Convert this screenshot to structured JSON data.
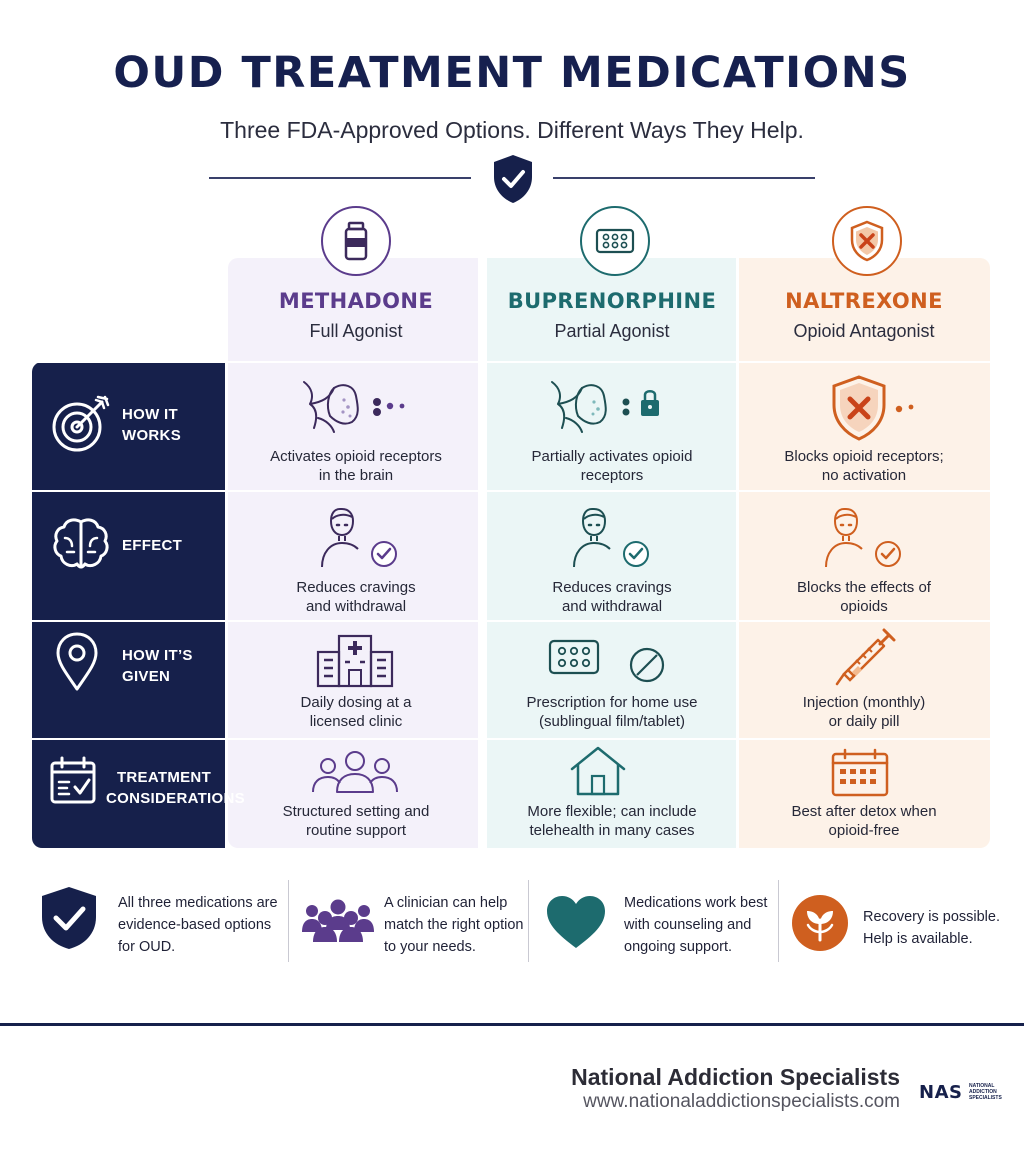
{
  "title": "OUD TREATMENT MEDICATIONS",
  "subtitle": "Three FDA-Approved Options. Different Ways They Help.",
  "colors": {
    "navy": "#16204b",
    "methadone": "#5b3c8c",
    "buprenorphine": "#1d6b6e",
    "naltrexone": "#cf5f1f"
  },
  "medications": [
    {
      "name": "METHADONE",
      "type": "Full Agonist",
      "icon": "medicine-bottle-icon"
    },
    {
      "name": "BUPRENORPHINE",
      "type": "Partial Agonist",
      "icon": "pill-pack-icon"
    },
    {
      "name": "NALTREXONE",
      "type": "Opioid Antagonist",
      "icon": "blocked-shield-icon"
    }
  ],
  "rows": [
    {
      "label_line1": "HOW IT",
      "label_line2": "WORKS",
      "icon": "target-icon",
      "cells": [
        {
          "line1": "Activates opioid receptors",
          "line2": "in the brain"
        },
        {
          "line1": "Partially activates opioid",
          "line2": "receptors"
        },
        {
          "line1": "Blocks opioid receptors;",
          "line2": "no activation"
        }
      ]
    },
    {
      "label_line1": "EFFECT",
      "label_line2": "",
      "icon": "brain-icon",
      "cells": [
        {
          "line1": "Reduces cravings",
          "line2": "and withdrawal"
        },
        {
          "line1": "Reduces cravings",
          "line2": "and withdrawal"
        },
        {
          "line1": "Blocks the effects of",
          "line2": "opioids"
        }
      ]
    },
    {
      "label_line1": "HOW IT’S",
      "label_line2": "GIVEN",
      "icon": "location-pin-icon",
      "cells": [
        {
          "line1": "Daily dosing at a",
          "line2": "licensed clinic"
        },
        {
          "line1": "Prescription for home use",
          "line2": "(sublingual film/tablet)"
        },
        {
          "line1": "Injection (monthly)",
          "line2": "or daily pill"
        }
      ]
    },
    {
      "label_line1": "TREATMENT",
      "label_line2": "CONSIDERATIONS",
      "icon": "calendar-check-icon",
      "cells": [
        {
          "line1": "Structured setting and",
          "line2": "routine support"
        },
        {
          "line1": "More flexible; can include",
          "line2": "telehealth in many cases"
        },
        {
          "line1": "Best after detox when",
          "line2": "opioid-free"
        }
      ]
    }
  ],
  "footer_notes": [
    {
      "line1": "All three medications are",
      "line2": "evidence-based options",
      "line3": "for OUD.",
      "icon": "shield-check-icon"
    },
    {
      "line1": "A clinician can help",
      "line2": "match the right option",
      "line3": "to your needs.",
      "icon": "group-icon"
    },
    {
      "line1": "Medications work best",
      "line2": "with counseling and",
      "line3": "ongoing support.",
      "icon": "heart-icon"
    },
    {
      "line1": "Recovery is possible.",
      "line2": "Help is available.",
      "line3": "",
      "icon": "sprout-icon"
    }
  ],
  "org": {
    "name": "National Addiction Specialists",
    "url": "www.nationaladdictionspecialists.com",
    "logo_text": "NAS",
    "logo_subtext_1": "NATIONAL",
    "logo_subtext_2": "ADDICTION",
    "logo_subtext_3": "SPECIALISTS"
  }
}
